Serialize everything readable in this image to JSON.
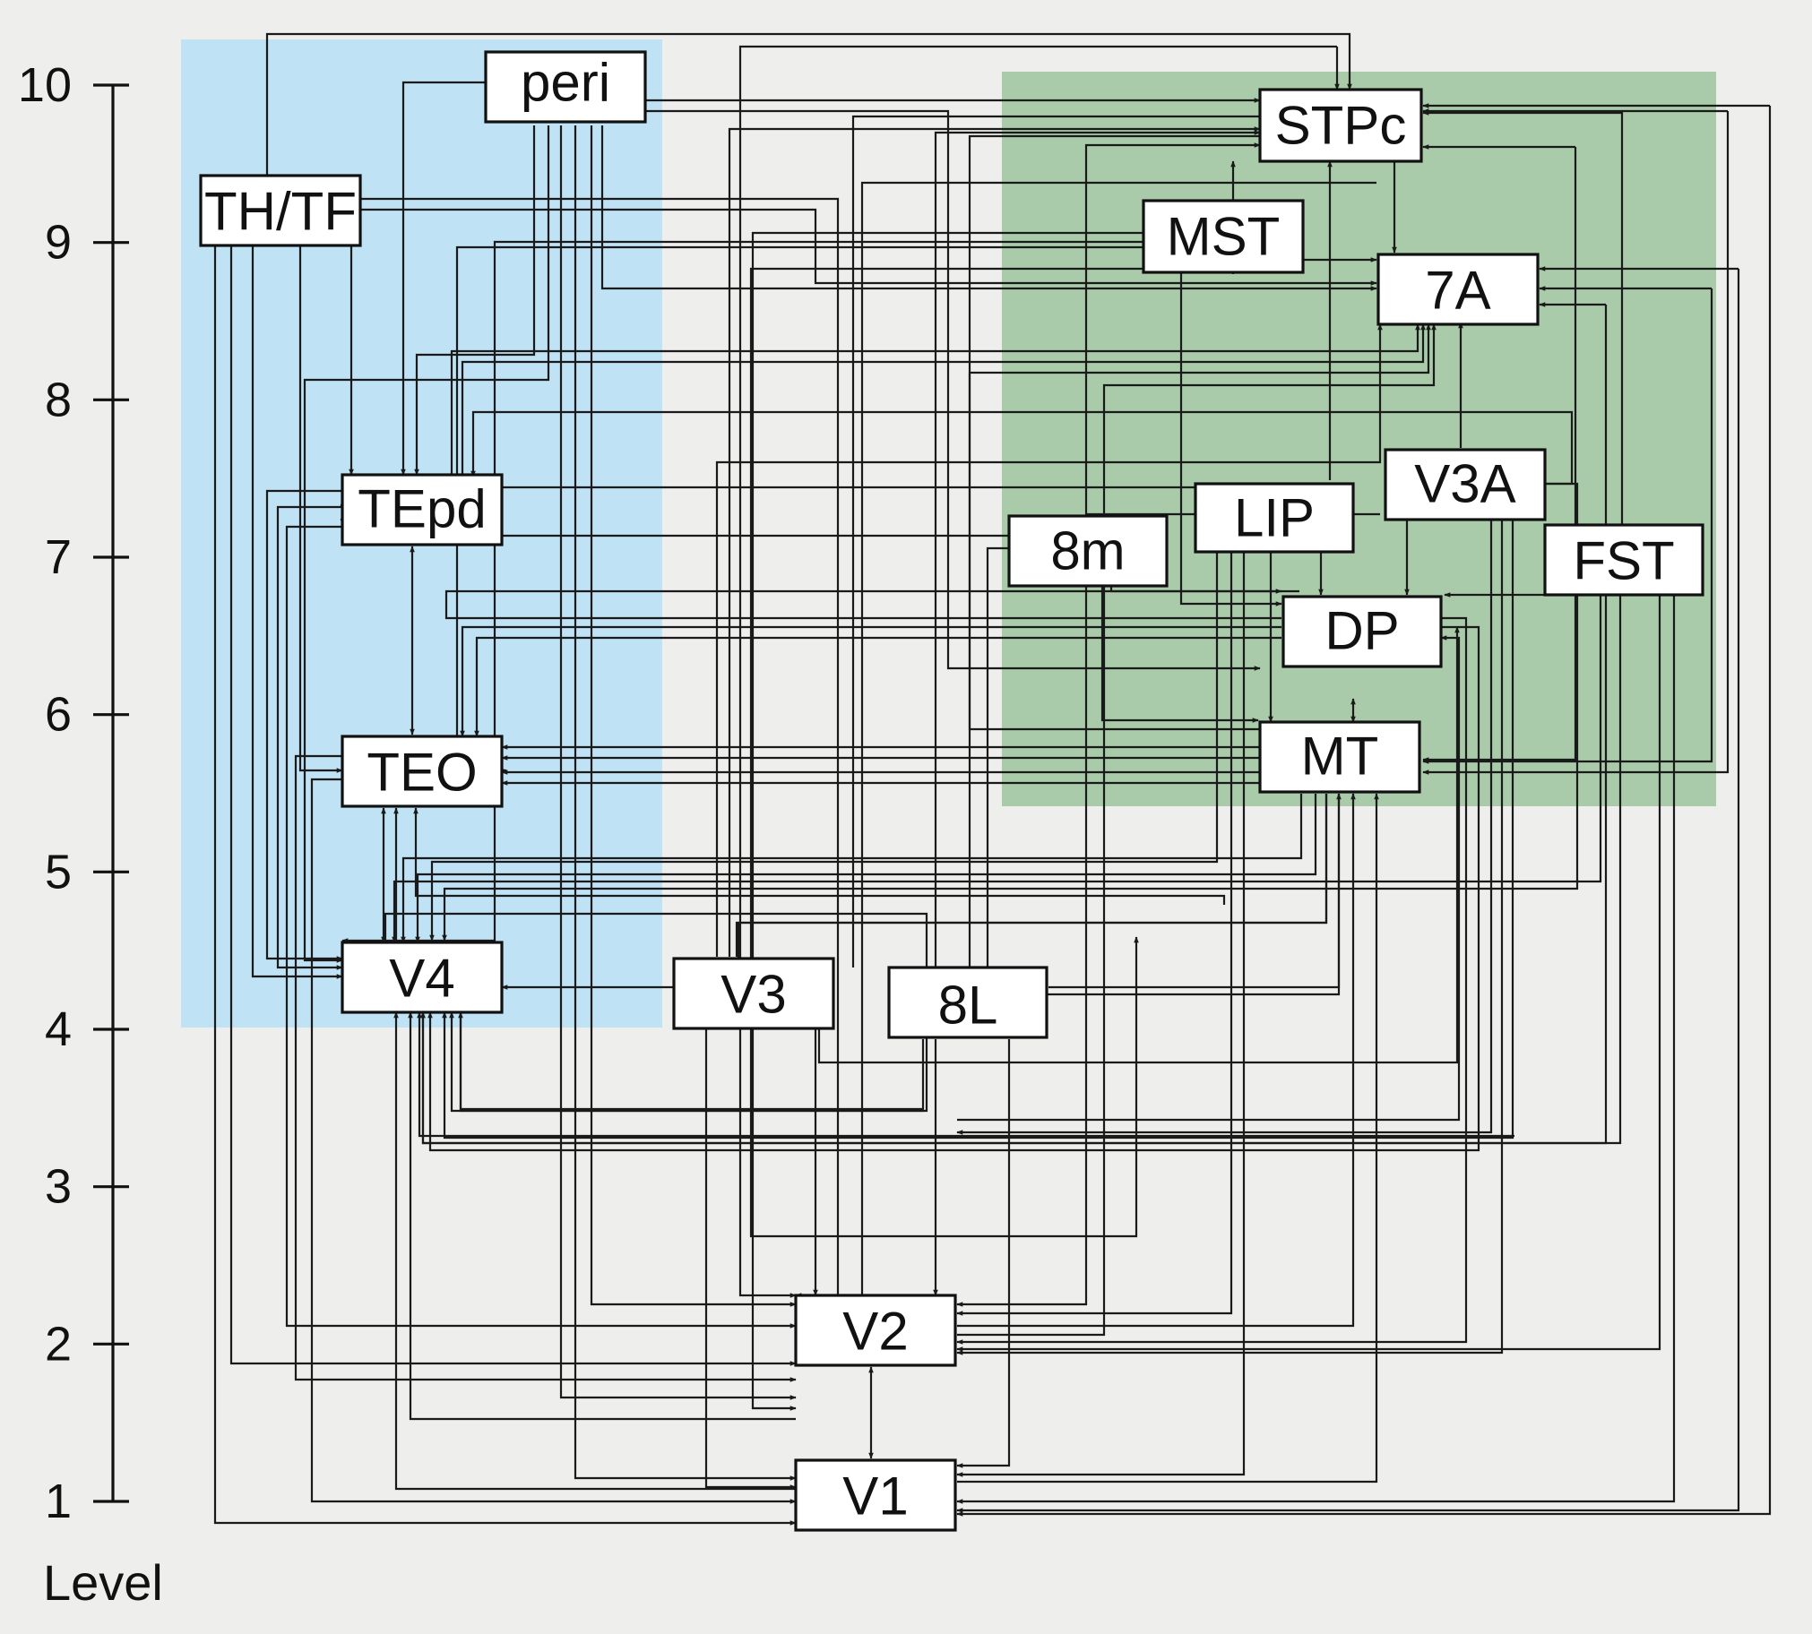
{
  "axis": {
    "title": "Level",
    "ticks": [
      "1",
      "2",
      "3",
      "4",
      "5",
      "6",
      "7",
      "8",
      "9",
      "10"
    ]
  },
  "regions": {
    "ventral_color": "#bfe2f4",
    "dorsal_color": "#a9cba9"
  },
  "areas": {
    "peri": "peri",
    "thtf": "TH/TF",
    "stpc": "STPc",
    "mst": "MST",
    "a7a": "7A",
    "tepd": "TEpd",
    "lip": "LIP",
    "v3a": "V3A",
    "m8": "8m",
    "fst": "FST",
    "dp": "DP",
    "mt": "MT",
    "teo": "TEO",
    "v4": "V4",
    "v3": "V3",
    "l8": "8L",
    "v2": "V2",
    "v1": "V1"
  }
}
